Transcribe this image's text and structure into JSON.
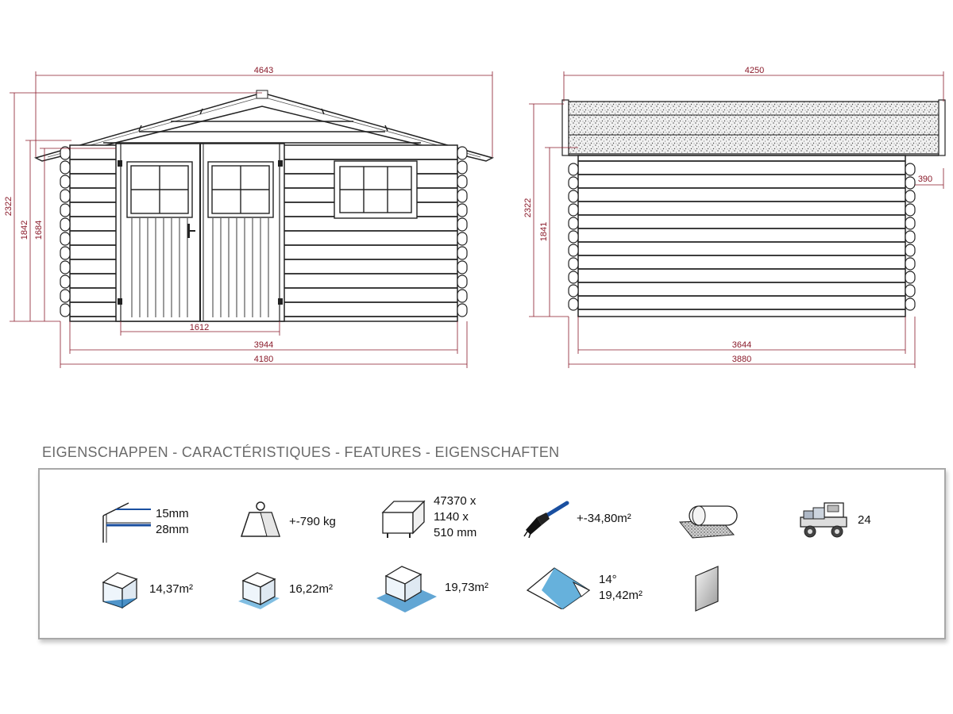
{
  "dimensions": {
    "front_overall_width": "4643",
    "front_base_width": "4180",
    "front_inner_width": "3944",
    "front_door_width": "1612",
    "front_total_height": "2322",
    "front_wall_height": "1842",
    "front_door_height": "1684",
    "side_roof_width": "4250",
    "side_base_width": "3880",
    "side_inner_width": "3644",
    "side_total_height": "2322",
    "side_wall_height": "1841",
    "side_overhang": "390"
  },
  "features": {
    "title": "EIGENSCHAPPEN - CARACTÉRISTIQUES - FEATURES - EIGENSCHAFTEN",
    "wall_thickness": {
      "top": "15mm",
      "bottom": "28mm",
      "icon": "wall-profile-icon"
    },
    "weight": {
      "value": "+-790 kg",
      "icon": "weight-icon"
    },
    "package": {
      "line1": "47370 x",
      "line2": "1140 x",
      "line3": "510 mm",
      "icon": "package-box-icon"
    },
    "paint_area": {
      "value": "+-34,80m²",
      "icon": "paint-brush-icon"
    },
    "roofing": {
      "icon": "roofing-roll-icon"
    },
    "delivery": {
      "value": "24",
      "icon": "delivery-truck-icon"
    },
    "inner_area": {
      "value": "14,37m²",
      "icon": "inner-cube-icon"
    },
    "floor_area": {
      "value": "16,22m²",
      "icon": "floor-cube-icon"
    },
    "total_area": {
      "value": "19,73m²",
      "icon": "overhang-cube-icon"
    },
    "roof": {
      "angle": "14°",
      "area": "19,42m²",
      "icon": "roof-pitch-icon"
    },
    "glass": {
      "icon": "glass-pane-icon"
    }
  }
}
